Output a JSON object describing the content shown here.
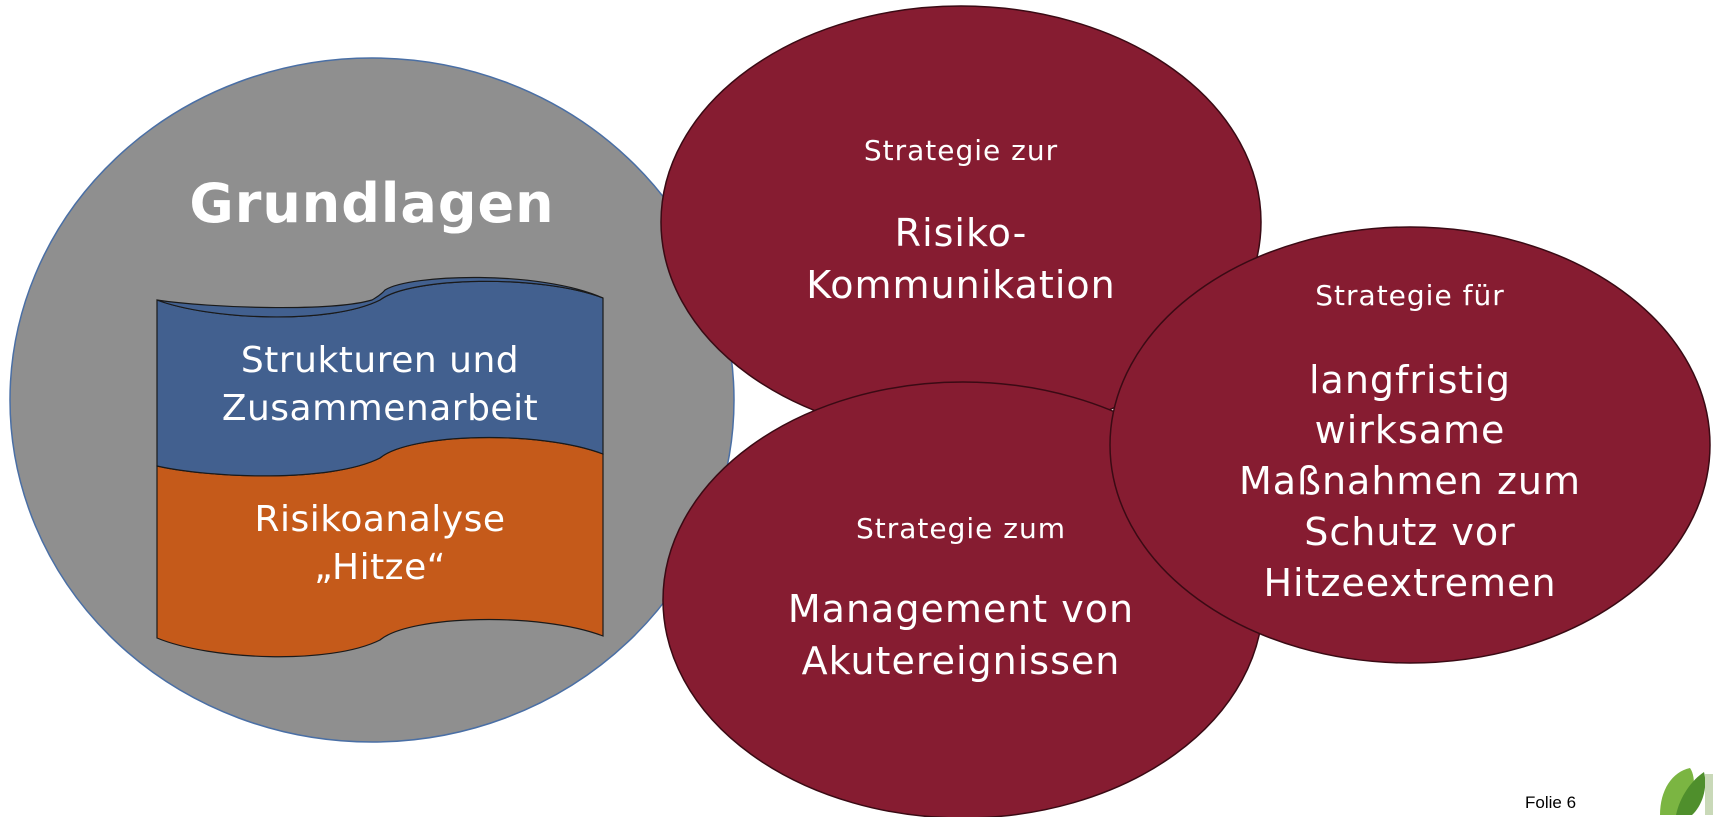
{
  "colors": {
    "grey_circle": "#8f8f8f",
    "grey_circle_border": "#4a6fa5",
    "maroon": "#861c31",
    "flag_blue": "#42608f",
    "flag_orange": "#c55a1a",
    "text": "#ffffff"
  },
  "foundation": {
    "title": "Grundlagen",
    "block_top": [
      "Strukturen und",
      "Zusammenarbeit"
    ],
    "block_bottom": [
      "Risikoanalyse",
      "„Hitze“"
    ]
  },
  "strategies": [
    {
      "label": "Strategie zur",
      "title_lines": [
        "Risiko-",
        "Kommunikation"
      ]
    },
    {
      "label": "Strategie zum",
      "title_lines": [
        "Management von",
        "Akutereignissen"
      ]
    },
    {
      "label": "Strategie für",
      "title_lines": [
        "langfristig",
        "wirksame",
        "Maßnahmen zum",
        "Schutz vor",
        "Hitzeextremen"
      ]
    }
  ],
  "footer": {
    "slide_label": "Folie 6",
    "logo_icon": "leaf-logo-icon"
  }
}
